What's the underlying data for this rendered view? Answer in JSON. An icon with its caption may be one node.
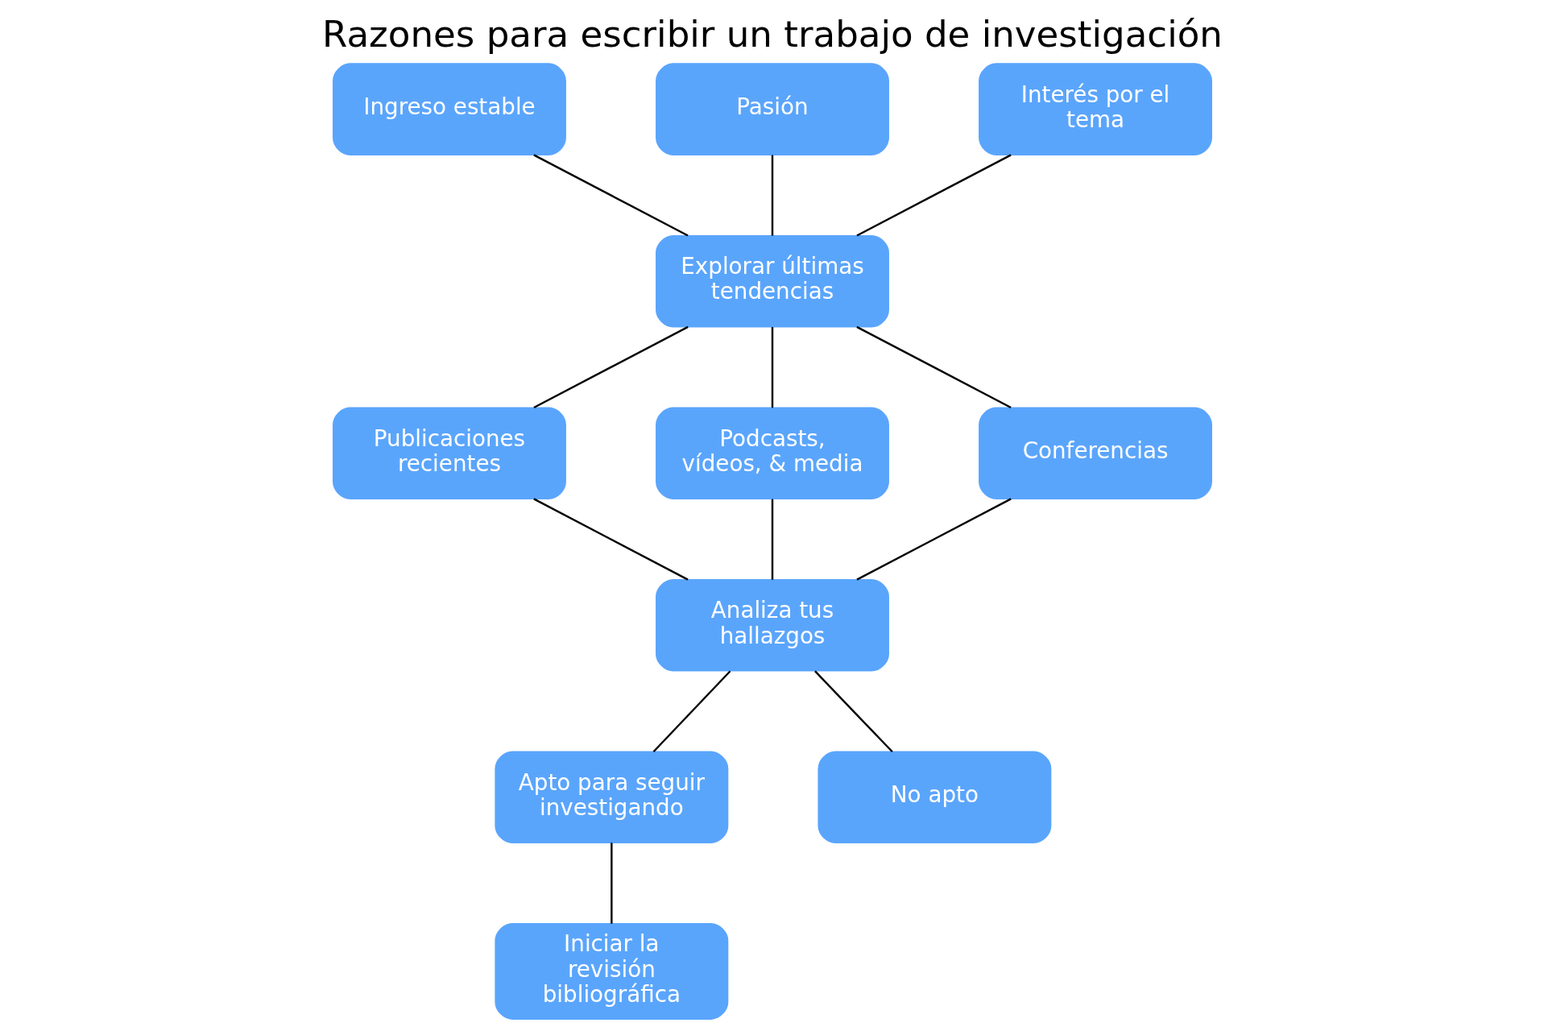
{
  "diagram": {
    "title": "Razones para escribir un trabajo de investigación",
    "nodes": [
      {
        "text": [
          "Ingreso estable"
        ]
      },
      {
        "text": [
          "Pasión"
        ]
      },
      {
        "text": [
          "Interés por el tema"
        ]
      },
      {
        "text": [
          "Explorar últimas tendencias"
        ]
      },
      {
        "text": [
          "Publicaciones recientes"
        ]
      },
      {
        "text": [
          "Podcasts, vídeos, & media"
        ]
      },
      {
        "text": [
          "Conferencias"
        ]
      },
      {
        "text": [
          "Analiza tus hallazgos"
        ]
      },
      {
        "text": [
          "Apto para seguir investigando"
        ]
      },
      {
        "text": [
          "No apto"
        ]
      },
      {
        "text": [
          "Iniciar la revisión bibliográfica"
        ]
      }
    ],
    "edges": [
      {
        "from": 0,
        "to": 3,
        "arrow": "none"
      },
      {
        "from": 1,
        "to": 3,
        "arrow": "none"
      },
      {
        "from": 2,
        "to": 3,
        "arrow": "none"
      },
      {
        "from": 3,
        "to": 4,
        "arrow": "none"
      },
      {
        "from": 3,
        "to": 5,
        "arrow": "none"
      },
      {
        "from": 3,
        "to": 6,
        "arrow": "none"
      },
      {
        "from": 4,
        "to": 7,
        "arrow": "none"
      },
      {
        "from": 5,
        "to": 7,
        "arrow": "none"
      },
      {
        "from": 6,
        "to": 7,
        "arrow": "none"
      },
      {
        "from": 7,
        "to": 8,
        "arrow": "none"
      },
      {
        "from": 7,
        "to": 9,
        "arrow": "none"
      },
      {
        "from": 8,
        "to": 10,
        "arrow": "none"
      }
    ]
  }
}
